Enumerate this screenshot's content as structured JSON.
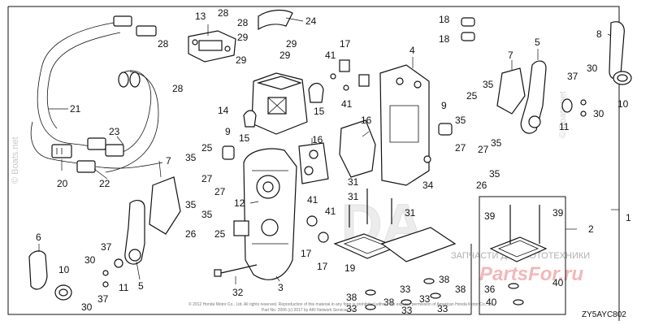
{
  "diagram": {
    "code": "ZY5AYC802",
    "copyright_1": "© 2012 Honda Motor Co., Ltd. All rights reserved. Reproduction of this material in any form is prohibited without the express permission of American Honda Motor Co., Inc.",
    "copyright_2": "Part No. 2006 (c) 2017 by ARI Network Services, Inc.",
    "watermark_left": "© Boats.net",
    "watermark_right": "© Boats.net",
    "watermark_bottom": "ЗАПЧАСТИ ДЛЯ МОТОТЕХНИКИ",
    "watermark_brand": "PartsFor.ru",
    "callouts": [
      {
        "id": "c24",
        "text": "24"
      },
      {
        "id": "c13",
        "text": "13"
      },
      {
        "id": "c28a",
        "text": "28"
      },
      {
        "id": "c28b",
        "text": "28"
      },
      {
        "id": "c28c",
        "text": "28"
      },
      {
        "id": "c29a",
        "text": "29"
      },
      {
        "id": "c29b",
        "text": "29"
      },
      {
        "id": "c29c",
        "text": "29"
      },
      {
        "id": "c29d",
        "text": "29"
      },
      {
        "id": "c28d",
        "text": "28"
      },
      {
        "id": "c14",
        "text": "14"
      },
      {
        "id": "c15a",
        "text": "15"
      },
      {
        "id": "c15b",
        "text": "15"
      },
      {
        "id": "c9a",
        "text": "9"
      },
      {
        "id": "c21",
        "text": "21"
      },
      {
        "id": "c22",
        "text": "22"
      },
      {
        "id": "c23",
        "text": "23"
      },
      {
        "id": "c20",
        "text": "20"
      },
      {
        "id": "c18a",
        "text": "18"
      },
      {
        "id": "c18b",
        "text": "18"
      },
      {
        "id": "c17a",
        "text": "17"
      },
      {
        "id": "c41a",
        "text": "41"
      },
      {
        "id": "c41b",
        "text": "41"
      },
      {
        "id": "c4",
        "text": "4"
      },
      {
        "id": "c5a",
        "text": "5"
      },
      {
        "id": "c8",
        "text": "8"
      },
      {
        "id": "c7a",
        "text": "7"
      },
      {
        "id": "c37a",
        "text": "37"
      },
      {
        "id": "c30a",
        "text": "30"
      },
      {
        "id": "c10a",
        "text": "10"
      },
      {
        "id": "c35a",
        "text": "35"
      },
      {
        "id": "c25a",
        "text": "25"
      },
      {
        "id": "c35b",
        "text": "35"
      },
      {
        "id": "c9b",
        "text": "9"
      },
      {
        "id": "c27a",
        "text": "27"
      },
      {
        "id": "c11a",
        "text": "11"
      },
      {
        "id": "c30b",
        "text": "30"
      },
      {
        "id": "c16a",
        "text": "16"
      },
      {
        "id": "c16b",
        "text": "16"
      },
      {
        "id": "c34",
        "text": "34"
      },
      {
        "id": "c35c",
        "text": "35"
      },
      {
        "id": "c27b",
        "text": "27"
      },
      {
        "id": "c35d",
        "text": "35"
      },
      {
        "id": "c26a",
        "text": "26"
      },
      {
        "id": "c7b",
        "text": "7"
      },
      {
        "id": "c35e",
        "text": "35"
      },
      {
        "id": "c25b",
        "text": "25"
      },
      {
        "id": "c27c",
        "text": "27"
      },
      {
        "id": "c27d",
        "text": "27"
      },
      {
        "id": "c35f",
        "text": "35"
      },
      {
        "id": "c35g",
        "text": "35"
      },
      {
        "id": "c26b",
        "text": "26"
      },
      {
        "id": "c12",
        "text": "12"
      },
      {
        "id": "c31a",
        "text": "31"
      },
      {
        "id": "c31b",
        "text": "31"
      },
      {
        "id": "c31c",
        "text": "31"
      },
      {
        "id": "c41c",
        "text": "41"
      },
      {
        "id": "c41d",
        "text": "41"
      },
      {
        "id": "c1",
        "text": "1"
      },
      {
        "id": "c2",
        "text": "2"
      },
      {
        "id": "c39a",
        "text": "39"
      },
      {
        "id": "c39b",
        "text": "39"
      },
      {
        "id": "c6",
        "text": "6"
      },
      {
        "id": "c25c",
        "text": "25"
      },
      {
        "id": "c37b",
        "text": "37"
      },
      {
        "id": "c30c",
        "text": "30"
      },
      {
        "id": "c10b",
        "text": "10"
      },
      {
        "id": "c37c",
        "text": "37"
      },
      {
        "id": "c30d",
        "text": "30"
      },
      {
        "id": "c11b",
        "text": "11"
      },
      {
        "id": "c5b",
        "text": "5"
      },
      {
        "id": "c32",
        "text": "32"
      },
      {
        "id": "c3",
        "text": "3"
      },
      {
        "id": "c17b",
        "text": "17"
      },
      {
        "id": "c17c",
        "text": "17"
      },
      {
        "id": "c19",
        "text": "19"
      },
      {
        "id": "c33a",
        "text": "33"
      },
      {
        "id": "c38a",
        "text": "38"
      },
      {
        "id": "c38b",
        "text": "38"
      },
      {
        "id": "c33b",
        "text": "33"
      },
      {
        "id": "c38c",
        "text": "38"
      },
      {
        "id": "c33c",
        "text": "33"
      },
      {
        "id": "c38d",
        "text": "38"
      },
      {
        "id": "c33d",
        "text": "33"
      },
      {
        "id": "c33e",
        "text": "33"
      },
      {
        "id": "c36",
        "text": "36"
      },
      {
        "id": "c40a",
        "text": "40"
      },
      {
        "id": "c40b",
        "text": "40"
      }
    ]
  }
}
